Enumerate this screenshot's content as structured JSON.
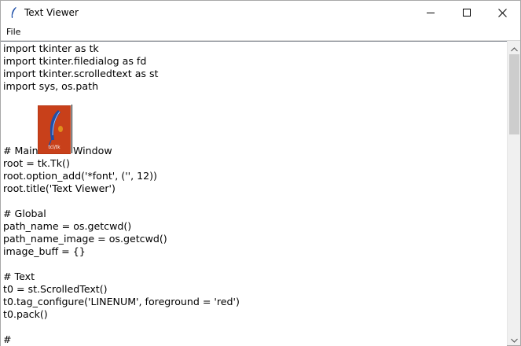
{
  "window": {
    "title": "Text Viewer",
    "app_icon": "tcl-feather-icon"
  },
  "controls": {
    "minimize_icon": "minimize-icon",
    "maximize_icon": "maximize-icon",
    "close_icon": "close-icon"
  },
  "menu": {
    "items": [
      "File"
    ]
  },
  "editor": {
    "lines": [
      "import tkinter as tk",
      "import tkinter.filedialog as fd",
      "import tkinter.scrolledtext as st",
      "import sys, os.path",
      "",
      "",
      "",
      "",
      "# Main",
      "root = tk.Tk()",
      "root.option_add('*font', ('', 12))",
      "root.title('Text Viewer')",
      "",
      "# Global",
      "path_name = os.getcwd()",
      "path_name_image = os.getcwd()",
      "image_buff = {}",
      "",
      "# Text",
      "t0 = st.ScrolledText()",
      "t0.tag_configure('LINENUM', foreground = 'red')",
      "t0.pack()",
      "",
      "#"
    ],
    "inline_after_image": "Window",
    "embedded_image": {
      "icon": "tcl-tk-logo-icon",
      "caption": "tcl/tk"
    }
  },
  "colors": {
    "logo_background": "#c8401a",
    "logo_feather": "#1e4fa8",
    "text": "#000000"
  }
}
